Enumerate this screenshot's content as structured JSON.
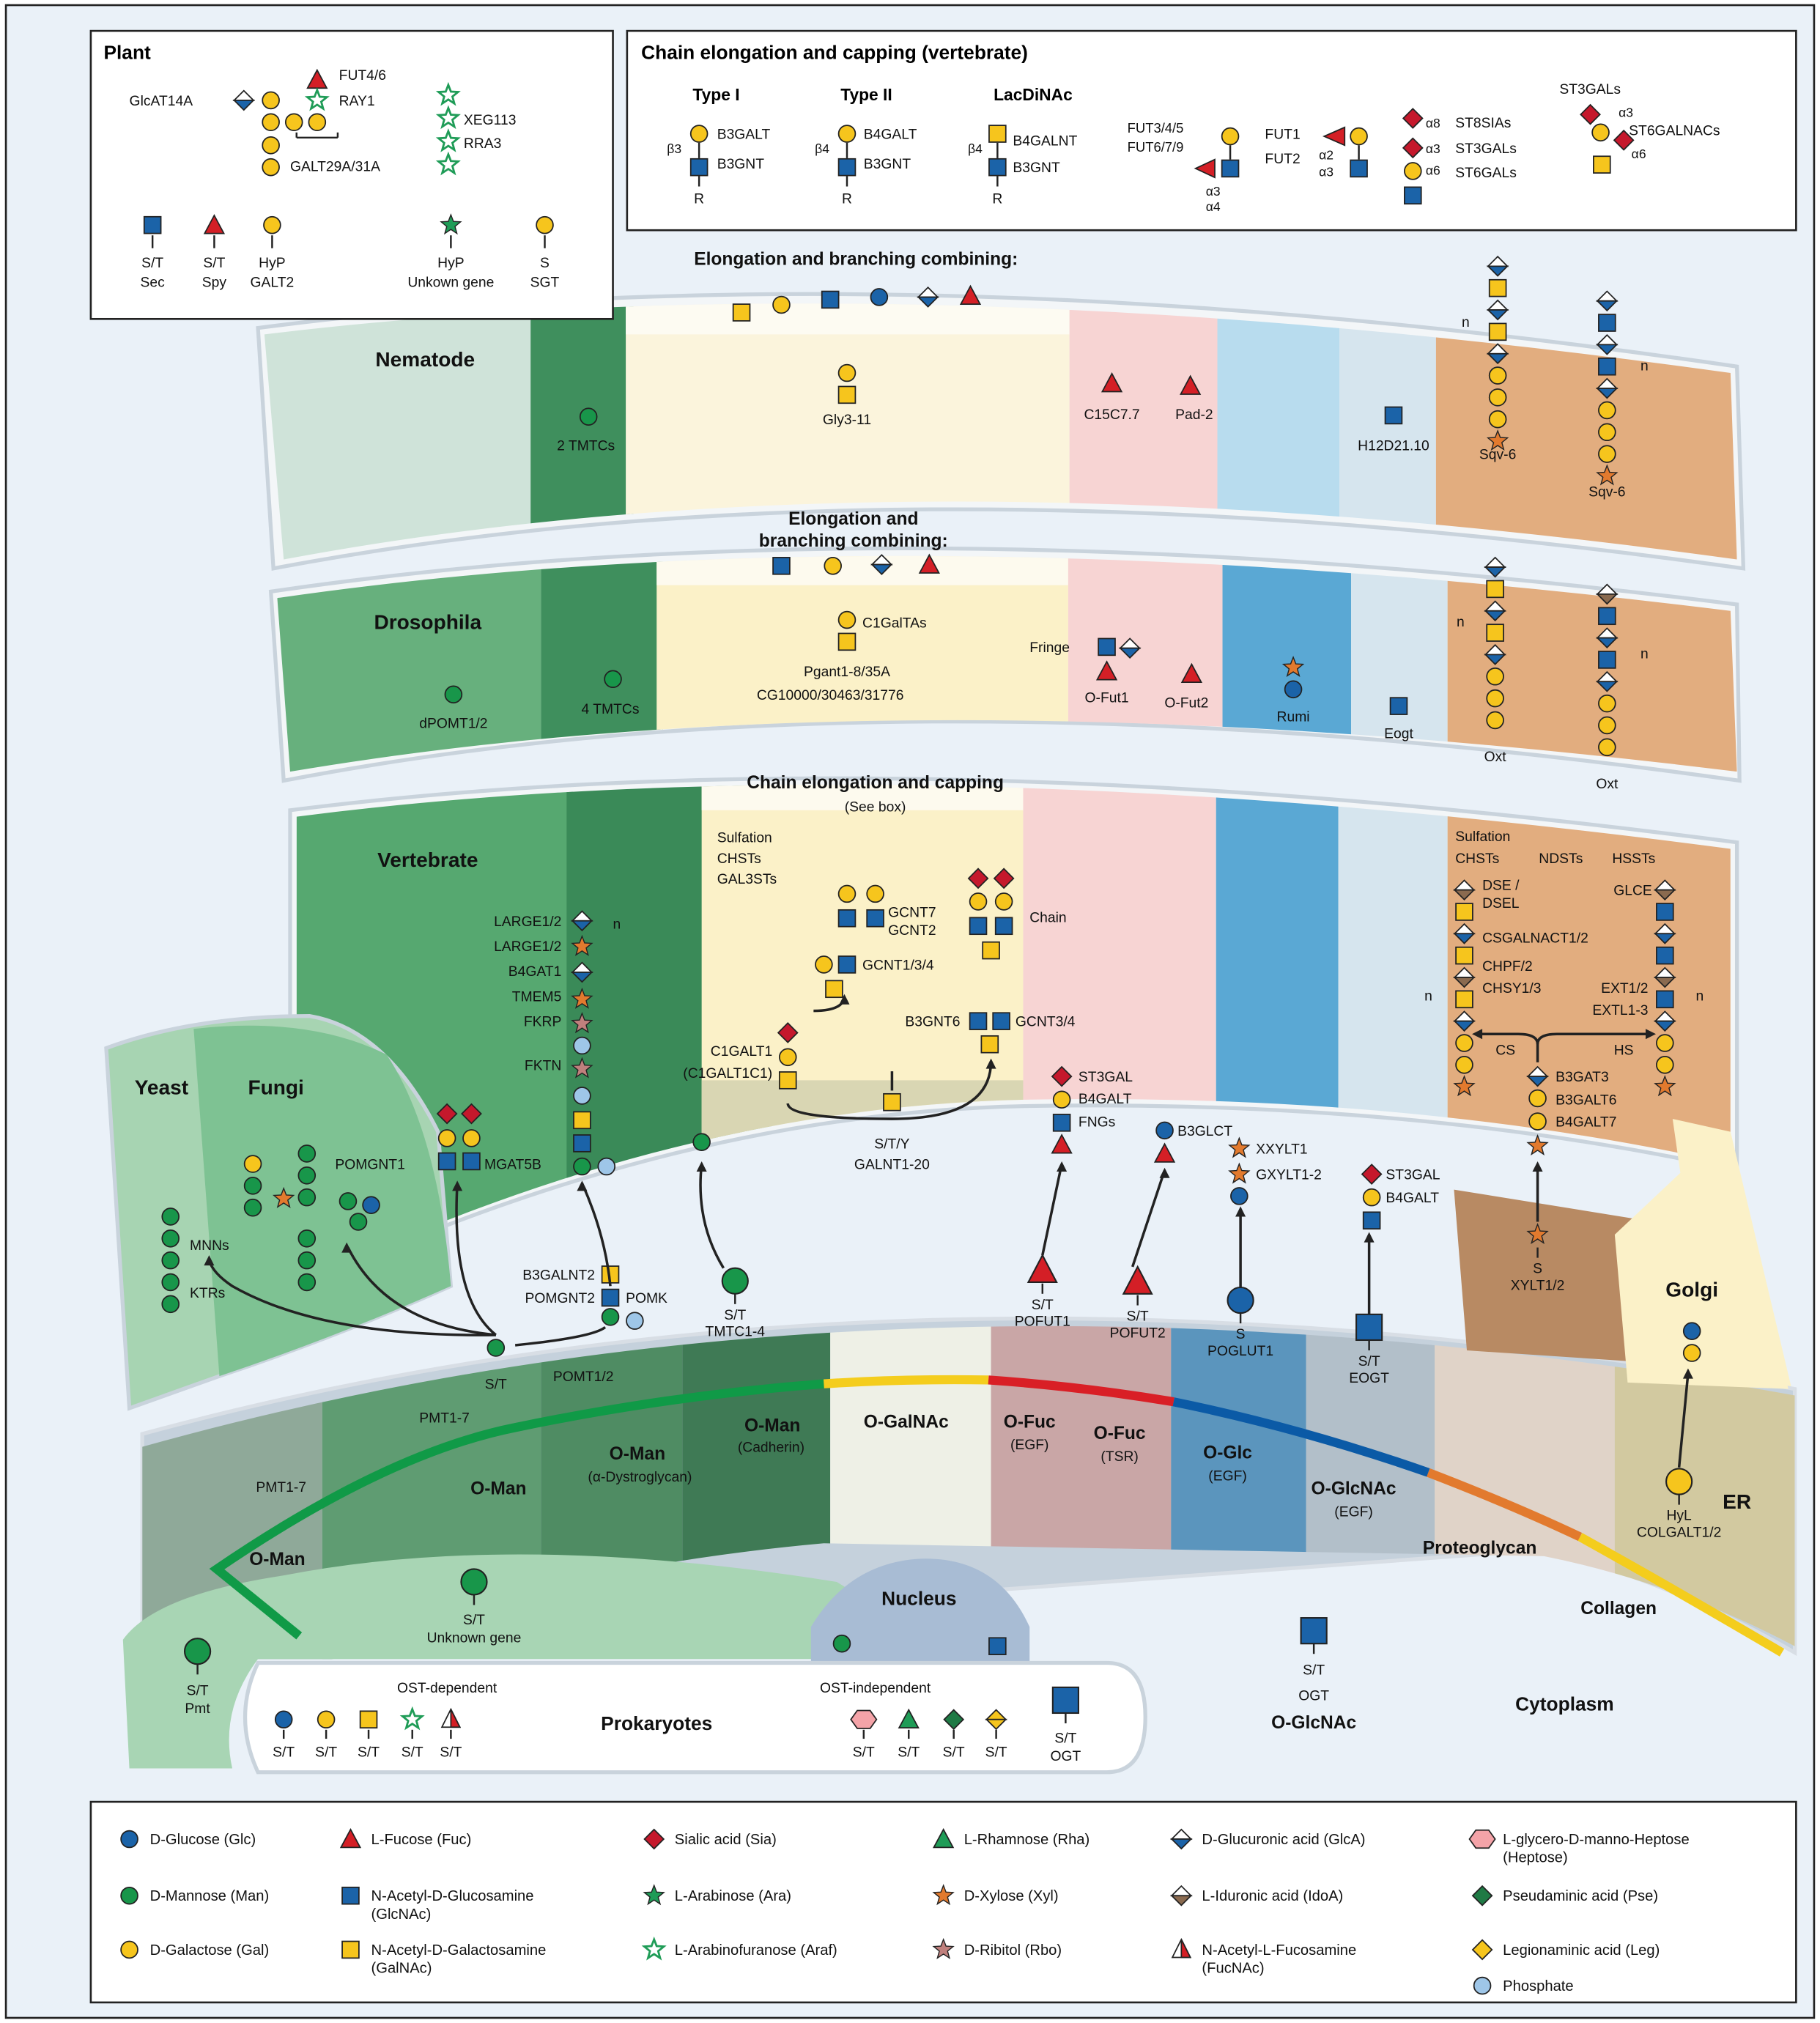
{
  "plant": {
    "title": "Plant",
    "gene_labels": [
      "GlcAT14A",
      "FUT4/6",
      "RAY1",
      "GALT29A/31A",
      "XEG113",
      "RRA3"
    ],
    "site_labels": [
      [
        "S/T",
        "Sec"
      ],
      [
        "S/T",
        "Spy"
      ],
      [
        "HyP",
        "GALT2"
      ],
      [
        "HyP",
        "Unkown gene"
      ],
      [
        "S",
        "SGT"
      ]
    ]
  },
  "capping": {
    "title": "Chain elongation and capping (vertebrate)",
    "type_headers": [
      "Type I",
      "Type II",
      "LacDiNAc"
    ],
    "enzymes": [
      "B3GALT",
      "B3GNT",
      "B4GALT",
      "B3GNT",
      "B4GALNT",
      "B3GNT",
      "FUT3/4/5",
      "FUT6/7/9",
      "FUT1",
      "FUT2",
      "ST8SIAs",
      "ST3GALs",
      "ST6GALs",
      "ST3GALs",
      "ST6GALNACs"
    ],
    "linkages": [
      "β3",
      "β4",
      "β4",
      "α3",
      "α4",
      "α2",
      "α3",
      "α8",
      "α3",
      "α6",
      "α3",
      "α6"
    ],
    "r_label": "R"
  },
  "nematode": {
    "title": "Nematode",
    "elongation_title": "Elongation and branching combining:",
    "labels": [
      "2 TMTCs",
      "Gly3-11",
      "C15C7.7",
      "Pad-2",
      "H12D21.10",
      "Sqv-6",
      "Sqv-6"
    ],
    "repeat_n": "n"
  },
  "drosophila": {
    "title": "Drosophila",
    "elongation_title_1": "Elongation and",
    "elongation_title_2": "branching combining:",
    "labels": [
      "dPOMT1/2",
      "4 TMTCs",
      "C1GalTAs",
      "Pgant1-8/35A",
      "CG10000/30463/31776",
      "Fringe",
      "O-Fut1",
      "O-Fut2",
      "Rumi",
      "Eogt",
      "Oxt",
      "Oxt"
    ]
  },
  "vertebrate": {
    "title": "Vertebrate",
    "capping_title": "Chain elongation and capping",
    "see_box": "(See box)",
    "sulfation": [
      "Sulfation",
      "CHSTs",
      "GAL3STs"
    ],
    "dystro_labels": [
      "LARGE1/2",
      "LARGE1/2",
      "B4GAT1",
      "TMEM5",
      "FKRP",
      "FKTN",
      "POMGNT1",
      "MGAT5B",
      "B3GALNT2",
      "POMGNT2",
      "POMK"
    ],
    "mucin_labels": [
      "GCNT7",
      "GCNT2",
      "Chain",
      "GCNT1/3/4",
      "C1GALT1",
      "(C1GALT1C1)",
      "B3GNT6",
      "GCNT3/4",
      "S/T/Y",
      "GALNT1-20"
    ],
    "fuc_labels": [
      "ST3GAL",
      "B4GALT",
      "FNGs",
      "B3GLCT",
      "XXYLT1",
      "GXYLT1-2",
      "ST3GAL",
      "B4GALT"
    ],
    "pg_labels": [
      "Sulfation",
      "CHSTs",
      "NDSTs",
      "HSSTs",
      "DSE /",
      "DSEL",
      "GLCE",
      "CSGALNACT1/2",
      "CHPF/2",
      "CHSY1/3",
      "EXT1/2",
      "EXTL1-3",
      "CS",
      "HS",
      "B3GAT3",
      "B3GALT6",
      "B4GALT7",
      "S",
      "XYLT1/2"
    ]
  },
  "er": {
    "sites": [
      [
        "S/T",
        "TMTC1-4"
      ],
      [
        "S/T",
        "POFUT1"
      ],
      [
        "S/T",
        "POFUT2"
      ],
      [
        "S",
        "POGLUT1"
      ],
      [
        "S/T",
        "EOGT"
      ],
      [
        "HyL",
        "COLGALT1/2"
      ]
    ],
    "pomt": "POMT1/2",
    "pmt_upper": "PMT1-7",
    "pmt_lower": "PMT1-7",
    "st_label": "S/T",
    "golgi": "Golgi",
    "er": "ER"
  },
  "yeast": {
    "yeast_title": "Yeast",
    "fungi_title": "Fungi",
    "labels": [
      "MNNs",
      "KTRs"
    ]
  },
  "categories": {
    "items": [
      "O-Man",
      "O-Man",
      "O-Man",
      "(α-Dystroglycan)",
      "O-Man",
      "(Cadherin)",
      "O-GalNAc",
      "O-Fuc",
      "(EGF)",
      "O-Fuc",
      "(TSR)",
      "O-Glc",
      "(EGF)",
      "O-GlcNAc",
      "(EGF)",
      "Proteoglycan",
      "Collagen"
    ]
  },
  "bottom": {
    "unknown_site": [
      "S/T",
      "Unknown gene"
    ],
    "nucleus": "Nucleus",
    "pmt_site": [
      "S/T",
      "Pmt"
    ],
    "ogt_site": [
      "S/T",
      "OGT"
    ],
    "ogt_title": "O-GlcNAc",
    "cytoplasm": "Cytoplasm",
    "prokaryotes": "Prokaryotes",
    "ost_dep": "OST-dependent",
    "ost_indep": "OST-independent",
    "st": "S/T",
    "prok_ogt": [
      "S/T",
      "OGT"
    ]
  },
  "legend": {
    "items": [
      {
        "icon": "glc-circle",
        "label": "D-Glucose (Glc)"
      },
      {
        "icon": "fuc-triangle",
        "label": "L-Fucose (Fuc)"
      },
      {
        "icon": "sia-diamond",
        "label": "Sialic acid (Sia)"
      },
      {
        "icon": "rha-triangle",
        "label": "L-Rhamnose (Rha)"
      },
      {
        "icon": "glca-diamond",
        "label": "D-Glucuronic acid (GlcA)"
      },
      {
        "icon": "heptose-hexagon",
        "label": "L-glycero-D-manno-Heptose",
        "label2": "(Heptose)"
      },
      {
        "icon": "man-circle",
        "label": "D-Mannose (Man)"
      },
      {
        "icon": "glcnac-square",
        "label": "N-Acetyl-D-Glucosamine",
        "label2": "(GlcNAc)"
      },
      {
        "icon": "ara-star",
        "label": "L-Arabinose (Ara)"
      },
      {
        "icon": "xyl-star",
        "label": "D-Xylose (Xyl)"
      },
      {
        "icon": "idoa-diamond",
        "label": "L-Iduronic acid (IdoA)"
      },
      {
        "icon": "pse-diamond",
        "label": "Pseudaminic acid (Pse)"
      },
      {
        "icon": "gal-circle",
        "label": "D-Galactose (Gal)"
      },
      {
        "icon": "galnac-square",
        "label": "N-Acetyl-D-Galactosamine",
        "label2": "(GalNAc)"
      },
      {
        "icon": "araf-star",
        "label": "L-Arabinofuranose (Araf)"
      },
      {
        "icon": "rbo-star",
        "label": "D-Ribitol (Rbo)"
      },
      {
        "icon": "fucnac-triangle",
        "label": "N-Acetyl-L-Fucosamine",
        "label2": "(FucNAc)"
      },
      {
        "icon": "leg-diamond",
        "label": "Legionaminic acid (Leg)"
      },
      {
        "icon": "phosphate-circle",
        "label": "Phosphate"
      }
    ]
  },
  "colors": {
    "glc": "#1b63a8",
    "man": "#18964a",
    "gal": "#f6c51d",
    "galnac": "#f6c51d",
    "glcnac": "#1b63a8",
    "fuc": "#d41f26",
    "sia": "#c5182c",
    "xyl": "#e27a2e",
    "ara": "#1f9c57",
    "phosphate": "#9ec6e8",
    "heptose": "#f4a3a8"
  }
}
